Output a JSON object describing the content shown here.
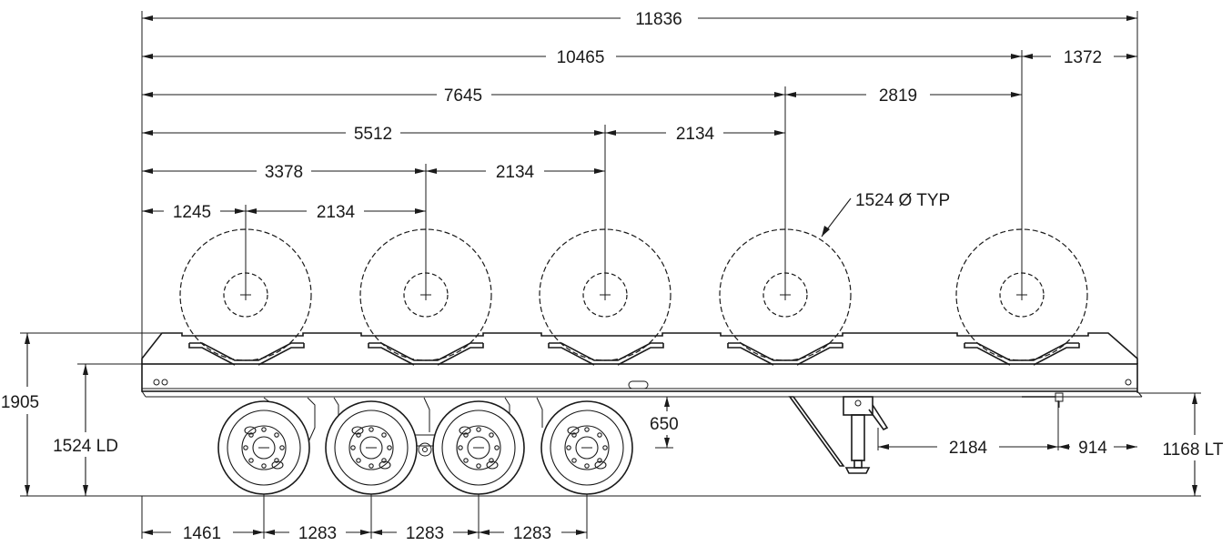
{
  "drawing": {
    "overall_length": "11836",
    "top_dims": [
      {
        "id": "dim-10465",
        "label": "10465"
      },
      {
        "id": "dim-1372",
        "label": "1372"
      },
      {
        "id": "dim-7645",
        "label": "7645"
      },
      {
        "id": "dim-2819",
        "label": "2819"
      },
      {
        "id": "dim-5512",
        "label": "5512"
      },
      {
        "id": "dim-2134-c",
        "label": "2134"
      },
      {
        "id": "dim-3378",
        "label": "3378"
      },
      {
        "id": "dim-2134-b",
        "label": "2134"
      },
      {
        "id": "dim-1245",
        "label": "1245"
      },
      {
        "id": "dim-2134-a",
        "label": "2134"
      }
    ],
    "coil_note": "1524 Ø TYP",
    "left_dims": {
      "overall_height": "1905",
      "loaded_deck_height": "1524 LD"
    },
    "ground_clearance": "650",
    "landing_gear": {
      "dim_a": "2184",
      "dim_b": "914"
    },
    "right_dim": "1168 LT",
    "bottom_dims": [
      "1461",
      "1283",
      "1283",
      "1283"
    ]
  }
}
